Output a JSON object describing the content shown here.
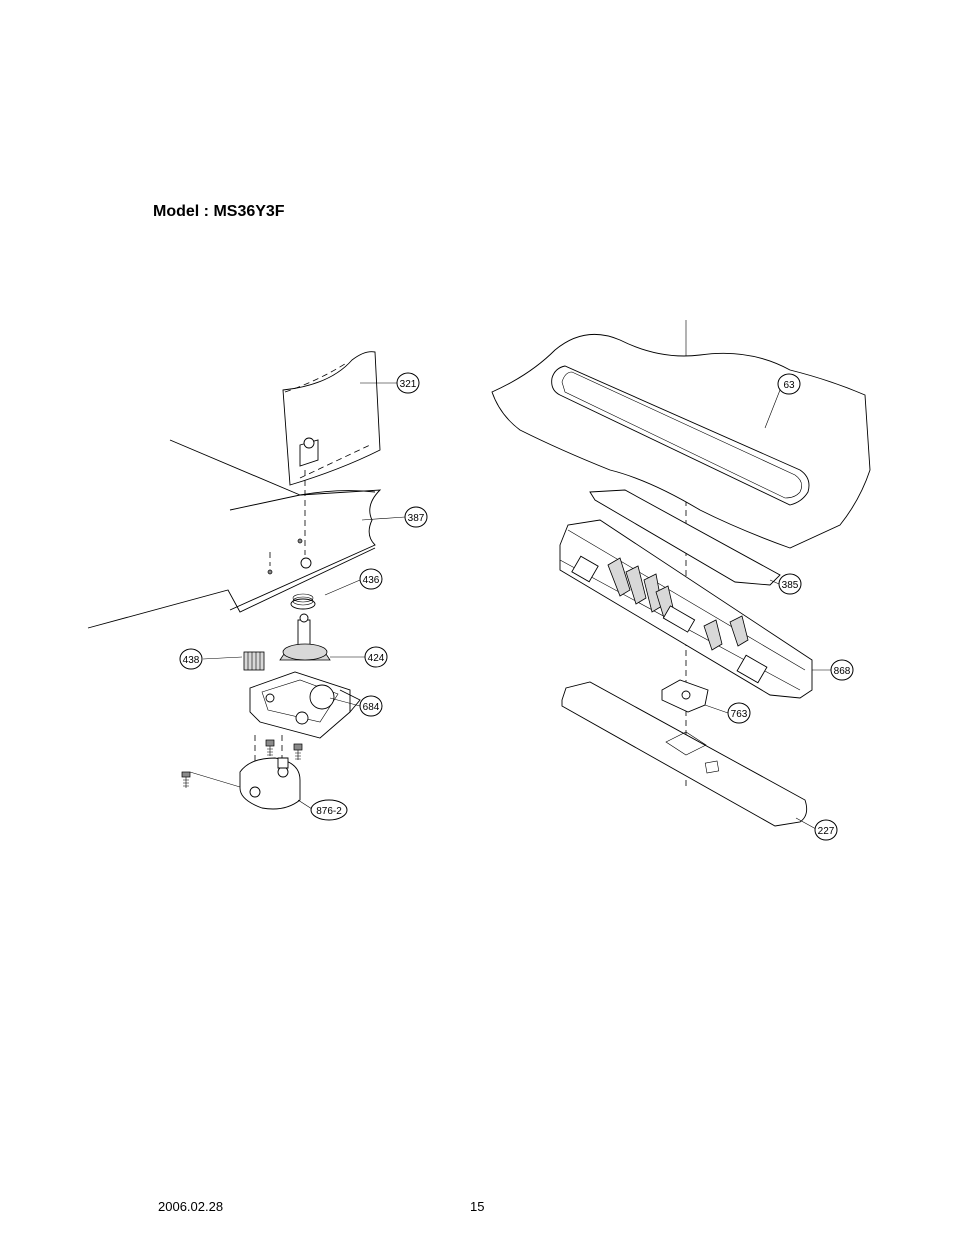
{
  "header": {
    "model_title": "Model : MS36Y3F"
  },
  "footer": {
    "date": "2006.02.28",
    "page_number": "15"
  },
  "callouts": {
    "p321": "321",
    "p387": "387",
    "p436": "436",
    "p438": "438",
    "p424": "424",
    "p684": "684",
    "p876_2": "876-2",
    "p63": "63",
    "p385": "385",
    "p868": "868",
    "p763": "763",
    "p227": "227"
  }
}
